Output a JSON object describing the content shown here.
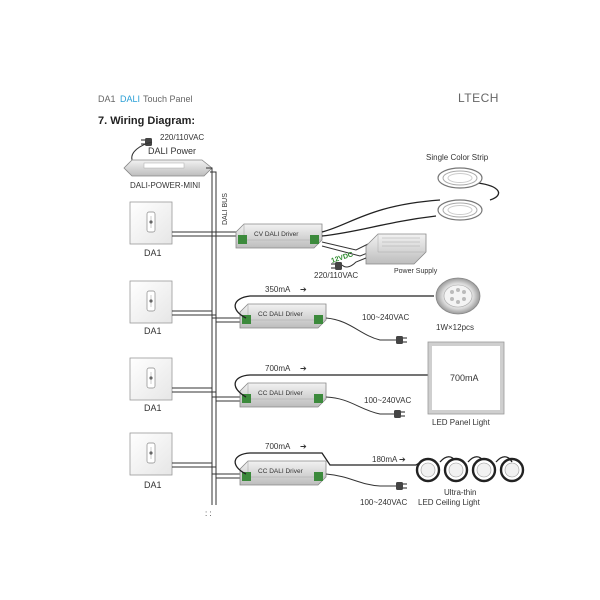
{
  "header": {
    "model": "DA1",
    "protocol": "DALI",
    "product": "Touch Panel",
    "brand": "LTECH"
  },
  "section_title": "7. Wiring Diagram:",
  "power": {
    "input": "220/110VAC",
    "name": "DALI Power",
    "model": "DALI-POWER-MINI"
  },
  "bus_label": "DALI BUS",
  "panel_label": "DA1",
  "drivers": {
    "cv": "CV DALI Driver",
    "cc": "CC DALI Driver"
  },
  "cv_section": {
    "strip_label": "Single Color Strip",
    "dc_label": "12VDC",
    "psu_label": "Power Supply",
    "ac_label": "220/110VAC"
  },
  "cc1": {
    "current": "350mA",
    "ac": "100~240VAC",
    "load": "1W×12pcs"
  },
  "cc2": {
    "current": "700mA",
    "ac": "100~240VAC",
    "panel_value": "700mA",
    "load": "LED Panel Light"
  },
  "cc3": {
    "current": "700mA",
    "sub_current": "180mA",
    "ac": "100~240VAC",
    "load_line1": "Ultra-thin",
    "load_line2": "LED Ceiling Light"
  },
  "bus_end": ": :"
}
